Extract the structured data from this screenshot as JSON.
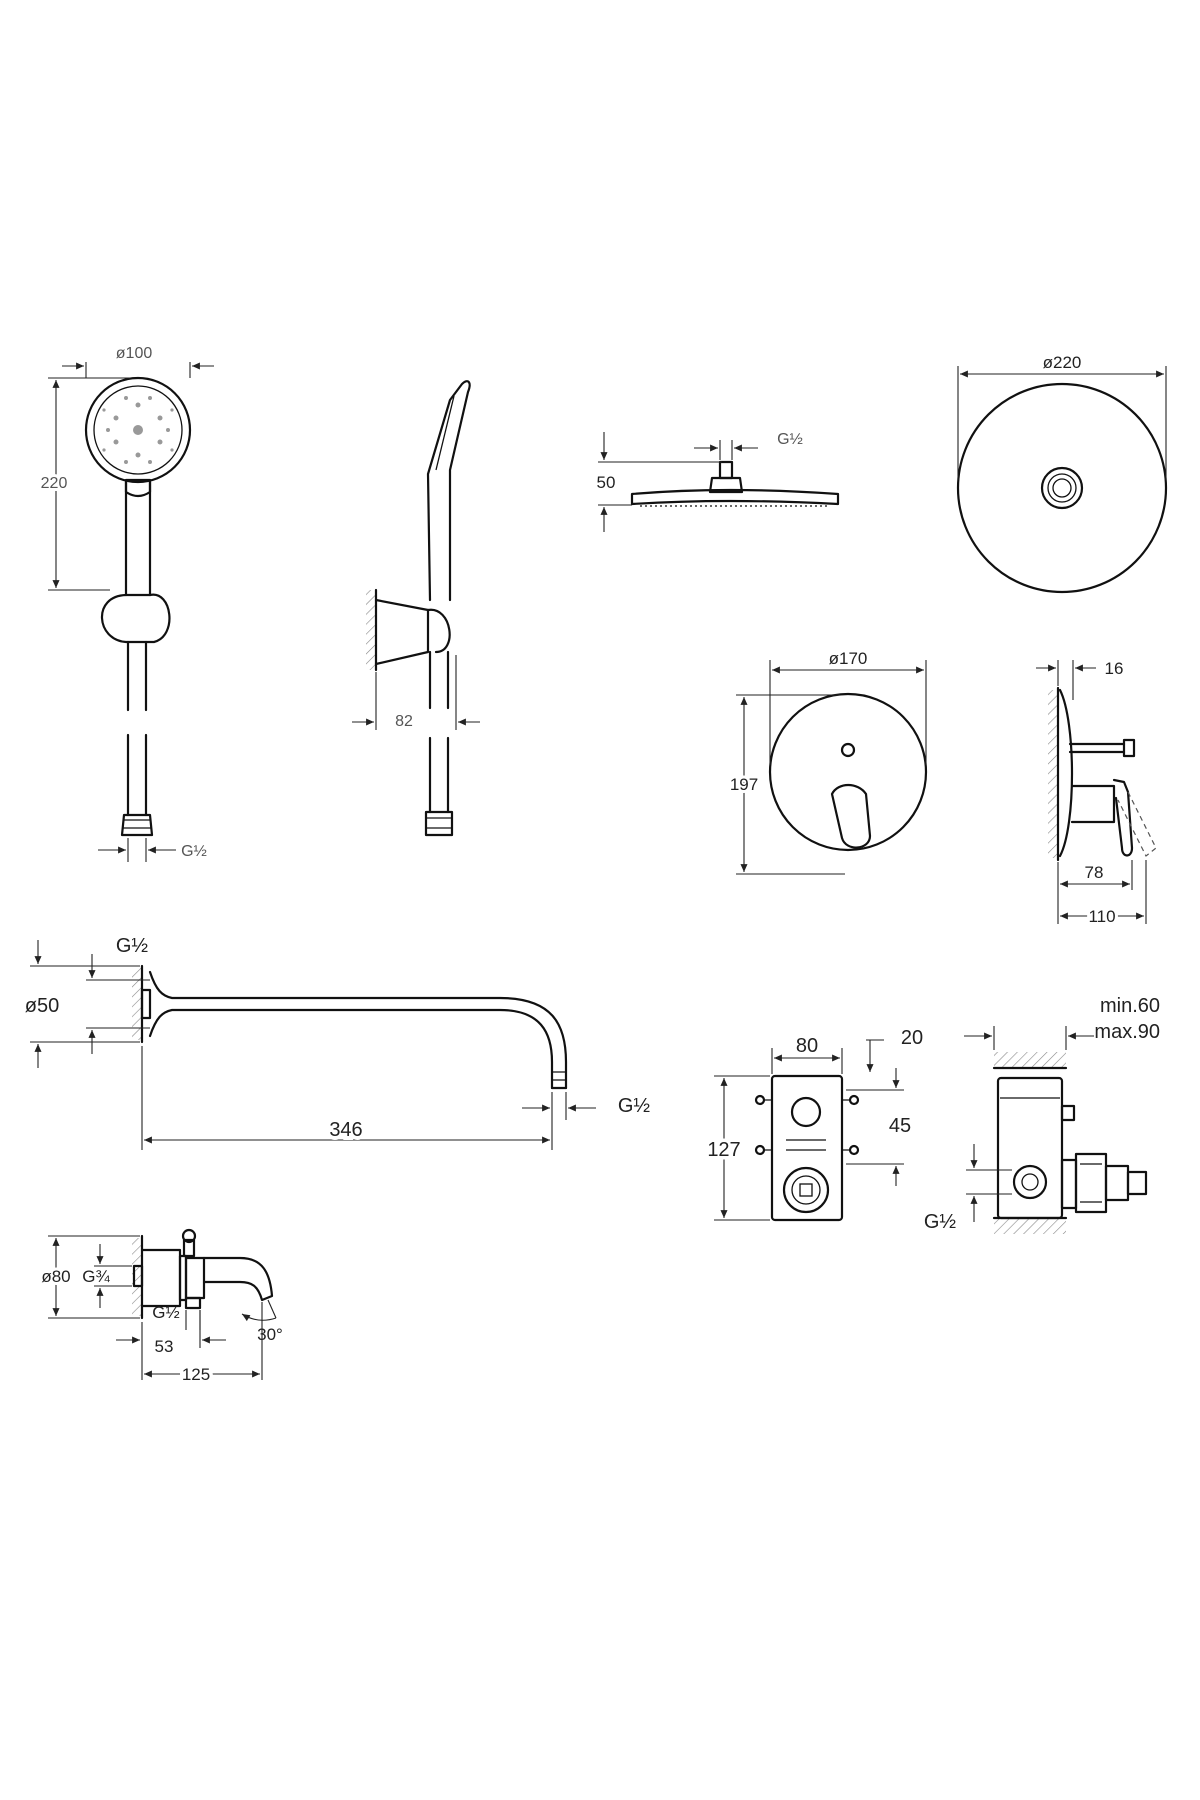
{
  "hand_shower": {
    "diameter": "ø100",
    "height": "220",
    "depth": "82",
    "thread": "G½"
  },
  "overhead_shower": {
    "thread": "G½",
    "thickness": "50",
    "diameter": "ø220"
  },
  "mixer_cover": {
    "diameter": "ø170",
    "height": "197",
    "projection_top": "16",
    "lever_depth": "78",
    "total_depth": "110"
  },
  "spout_long": {
    "thread_top": "G½",
    "diameter": "ø50",
    "length": "346",
    "thread_outlet": "G½"
  },
  "concealed_box": {
    "width": "80",
    "offset_top": "20",
    "offset_side": "45",
    "height": "127",
    "depth_min": "min.60",
    "depth_max": "max.90",
    "thread": "G½"
  },
  "bath_spout": {
    "diameter": "ø80",
    "thread_inlet": "G¾",
    "thread_outlet": "G½",
    "angle": "30°",
    "outlet_offset": "53",
    "length": "125"
  }
}
